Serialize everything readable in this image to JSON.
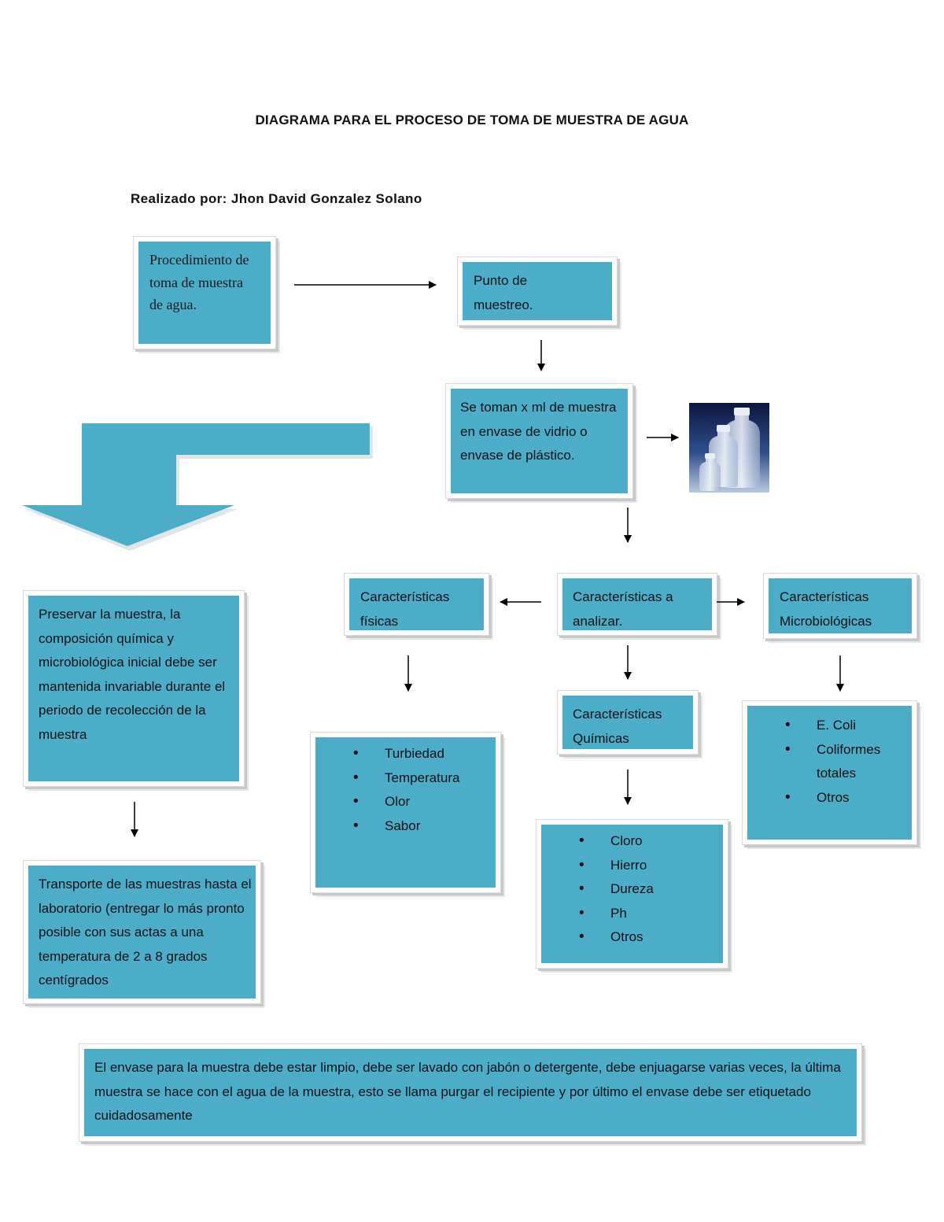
{
  "title": "DIAGRAMA PARA EL PROCESO DE TOMA DE MUESTRA DE AGUA",
  "author": "Realizado por: Jhon David Gonzalez Solano",
  "colors": {
    "box_fill": "#4badc7",
    "arrow": "#000000",
    "box_border": "#ffffff"
  },
  "nodes": {
    "procedimiento": "Procedimiento de toma de muestra de agua.",
    "punto": "Punto de muestreo.",
    "se_toman": "Se toman x ml de muestra en envase de vidrio o envase de plástico.",
    "caracteristicas_analizar": "Características a analizar.",
    "fisicas": "Características físicas",
    "quimicas": "Características Químicas",
    "microbiologicas": "Características Microbiológicas",
    "fisicas_items": [
      "Turbiedad",
      "Temperatura",
      "Olor",
      "Sabor"
    ],
    "quimicas_items": [
      "Cloro",
      "Hierro",
      "Dureza",
      "Ph",
      "Otros"
    ],
    "micro_items": [
      "E. Coli",
      "Coliformes totales",
      "Otros"
    ],
    "preservar": "Preservar la muestra, la composición química y microbiológica inicial debe ser mantenida invariable durante el periodo de recolección de la muestra",
    "transporte": "Transporte de las muestras hasta el laboratorio (entregar lo más pronto posible con sus actas a una temperatura de 2 a 8 grados centígrados",
    "envase": "El envase para la muestra debe estar limpio, debe ser lavado con jabón o detergente, debe enjuagarse varias veces, la última muestra se hace con el agua de la muestra, esto se llama purgar el recipiente y por último el envase debe ser etiquetado cuidadosamente"
  },
  "image": {
    "icon": "bottles-photo"
  }
}
